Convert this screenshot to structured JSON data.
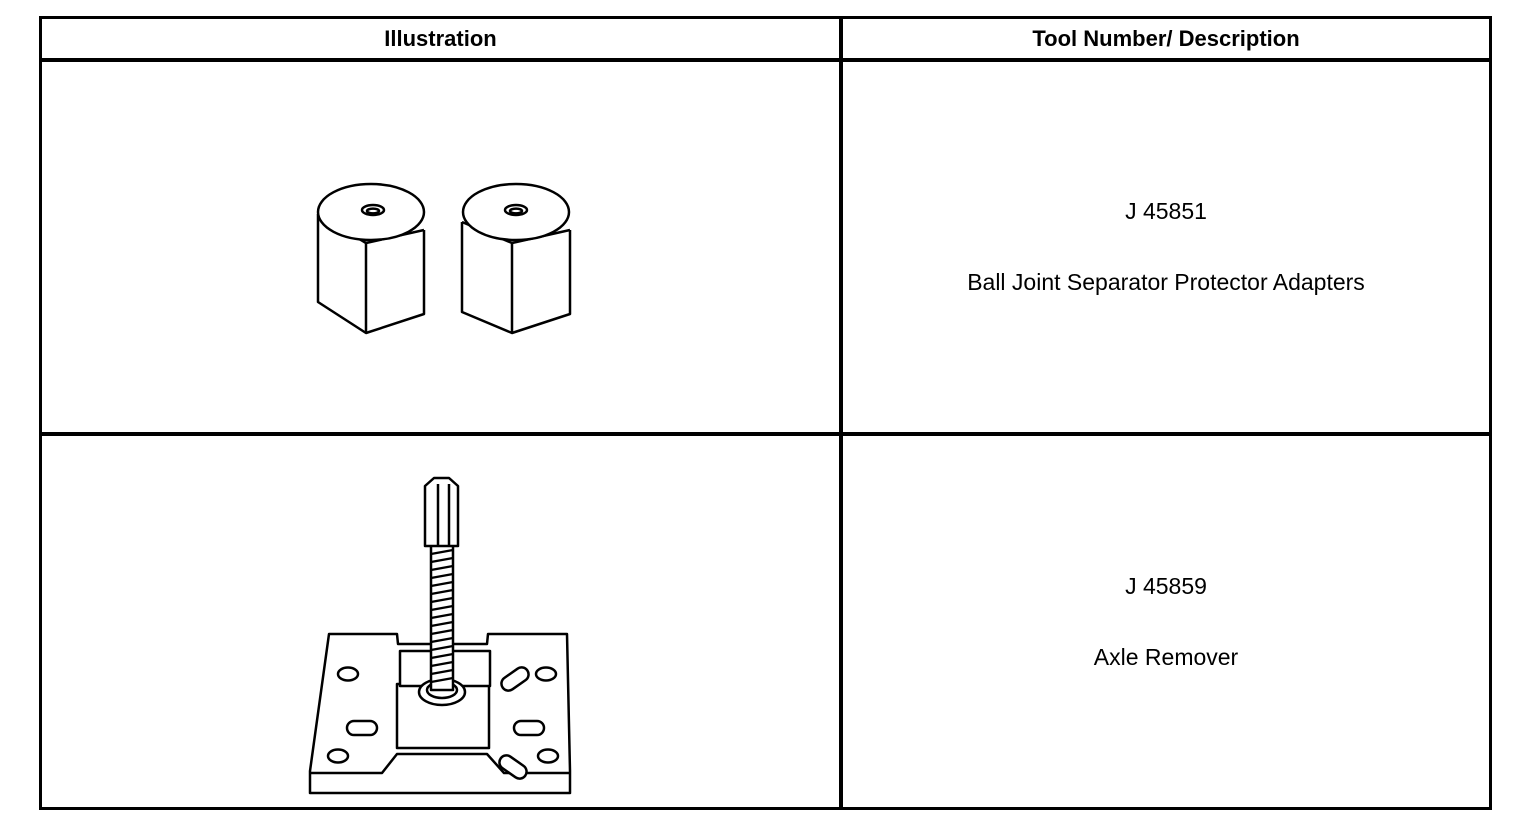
{
  "table": {
    "headers": {
      "illustration": "Illustration",
      "tool_number_description": "Tool Number/ Description"
    },
    "rows": [
      {
        "illustration_icon": "hex-adapters-icon",
        "tool_number": "J 45851",
        "description": "Ball Joint Separator Protector Adapters"
      },
      {
        "illustration_icon": "axle-remover-icon",
        "tool_number": "J 45859",
        "description": "Axle Remover"
      }
    ]
  }
}
